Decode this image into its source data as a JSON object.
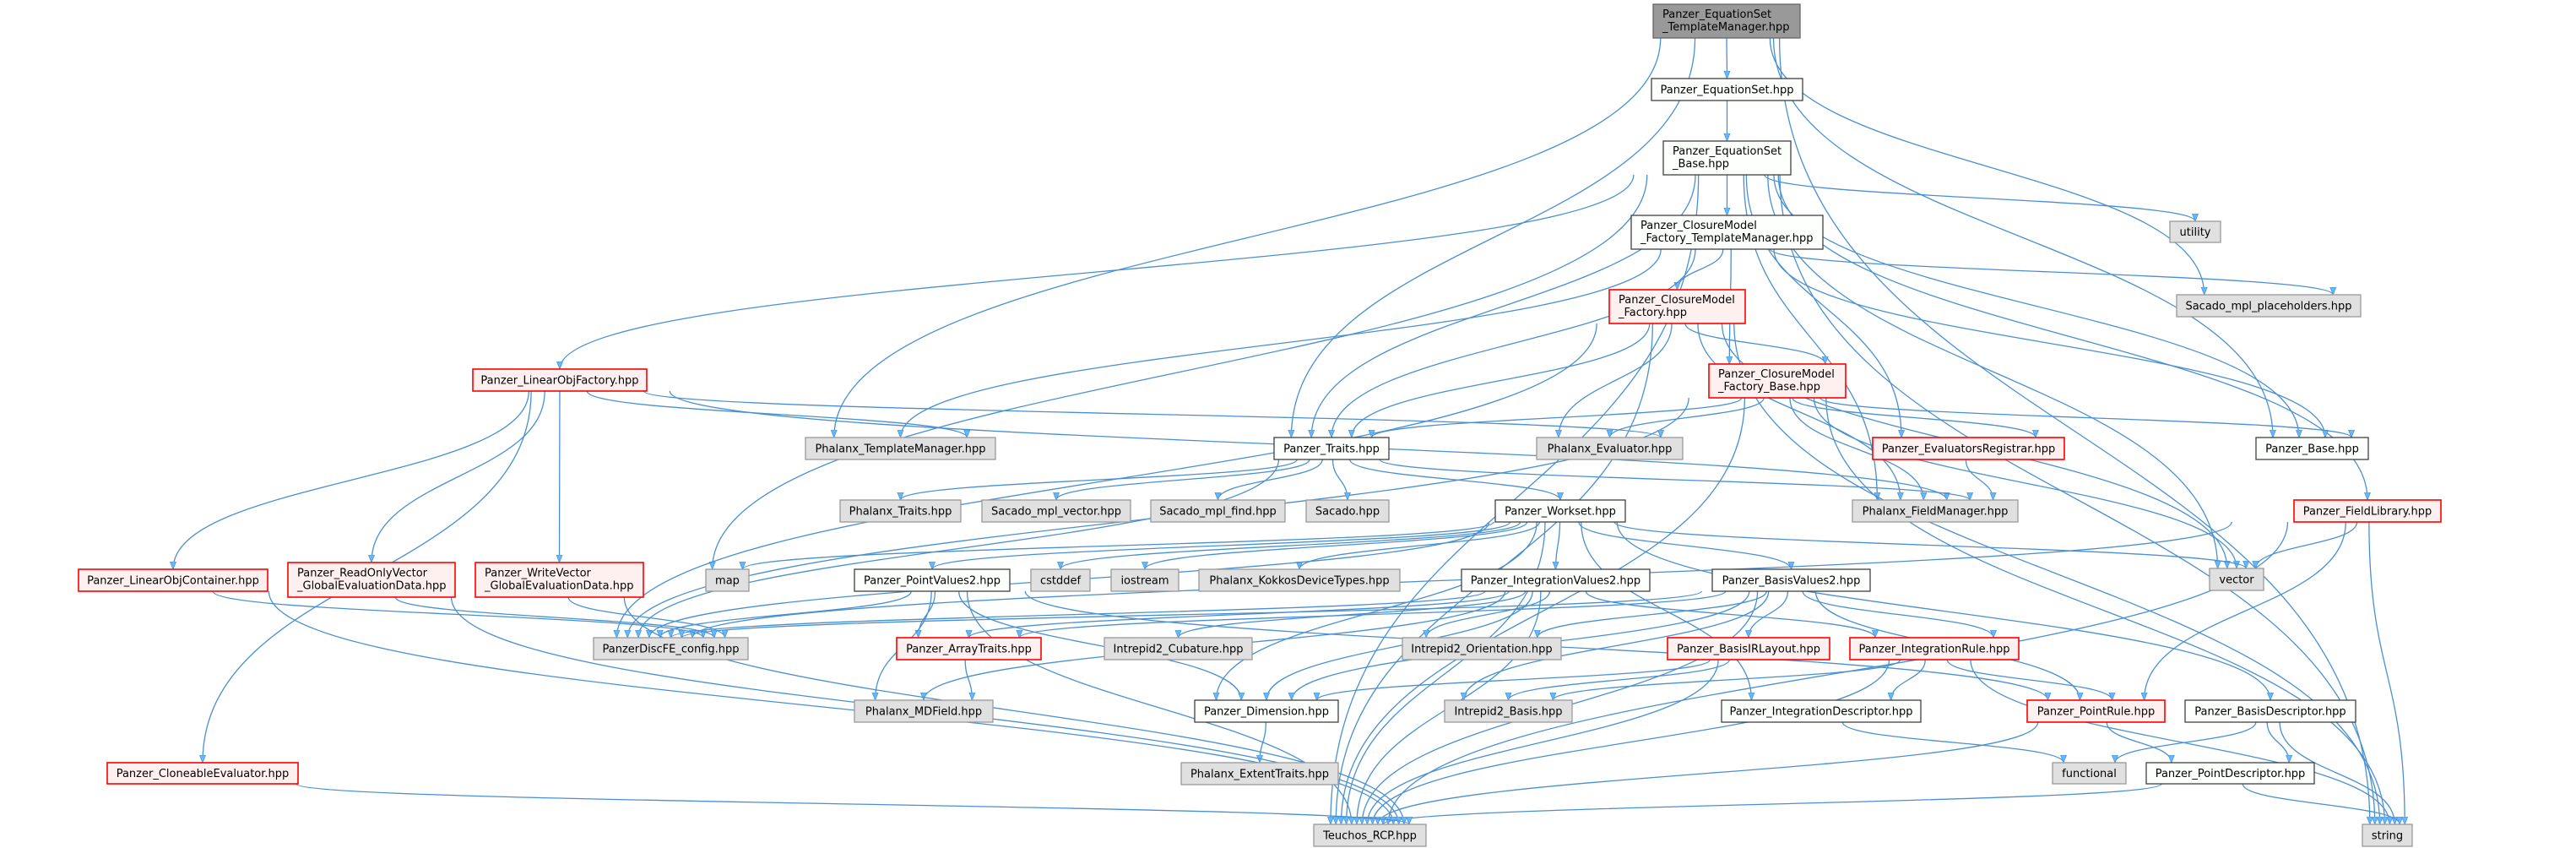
{
  "title": "Panzer_EquationSet_TemplateManager.hpp include dependency graph",
  "colors": {
    "edge": "#4a90d0",
    "arrow": "#63b8ff",
    "root_fill": "#999999",
    "root_border": "#666666",
    "documented_fill": "#fdfffd",
    "documented_border": "#404040",
    "truncated_fill": "#fff0f0",
    "truncated_border": "#ff0000",
    "external_fill": "#e0e0e0",
    "external_border": "#999999"
  },
  "nodes": [
    {
      "id": "root",
      "label": "Panzer_EquationSet\n_TemplateManager.hpp",
      "kind": "root"
    },
    {
      "id": "eqset",
      "label": "Panzer_EquationSet.hpp",
      "kind": "documented"
    },
    {
      "id": "base",
      "label": "Panzer_EquationSet\n_Base.hpp",
      "kind": "documented"
    },
    {
      "id": "ctm",
      "label": "Panzer_ClosureModel\n_Factory_TemplateManager.hpp",
      "kind": "documented"
    },
    {
      "id": "utility",
      "label": "utility",
      "kind": "external"
    },
    {
      "id": "placeholders",
      "label": "Sacado_mpl_placeholders.hpp",
      "kind": "external"
    },
    {
      "id": "factory",
      "label": "Panzer_ClosureModel\n_Factory.hpp",
      "kind": "truncated"
    },
    {
      "id": "fbase",
      "label": "Panzer_ClosureModel\n_Factory_Base.hpp",
      "kind": "truncated"
    },
    {
      "id": "lof",
      "label": "Panzer_LinearObjFactory.hpp",
      "kind": "truncated"
    },
    {
      "id": "phtm",
      "label": "Phalanx_TemplateManager.hpp",
      "kind": "external"
    },
    {
      "id": "traits",
      "label": "Panzer_Traits.hpp",
      "kind": "documented"
    },
    {
      "id": "evaluator",
      "label": "Phalanx_Evaluator.hpp",
      "kind": "external"
    },
    {
      "id": "registrar",
      "label": "Panzer_EvaluatorsRegistrar.hpp",
      "kind": "truncated"
    },
    {
      "id": "pbase",
      "label": "Panzer_Base.hpp",
      "kind": "documented"
    },
    {
      "id": "phtraits",
      "label": "Phalanx_Traits.hpp",
      "kind": "external"
    },
    {
      "id": "mplvec",
      "label": "Sacado_mpl_vector.hpp",
      "kind": "external"
    },
    {
      "id": "mplfind",
      "label": "Sacado_mpl_find.hpp",
      "kind": "external"
    },
    {
      "id": "sacado",
      "label": "Sacado.hpp",
      "kind": "external"
    },
    {
      "id": "workset",
      "label": "Panzer_Workset.hpp",
      "kind": "documented"
    },
    {
      "id": "fieldmgr",
      "label": "Phalanx_FieldManager.hpp",
      "kind": "external"
    },
    {
      "id": "fieldlib",
      "label": "Panzer_FieldLibrary.hpp",
      "kind": "truncated"
    },
    {
      "id": "loc",
      "label": "Panzer_LinearObjContainer.hpp",
      "kind": "truncated"
    },
    {
      "id": "rov",
      "label": "Panzer_ReadOnlyVector\n_GlobalEvaluationData.hpp",
      "kind": "truncated"
    },
    {
      "id": "wv",
      "label": "Panzer_WriteVector\n_GlobalEvaluationData.hpp",
      "kind": "truncated"
    },
    {
      "id": "map",
      "label": "map",
      "kind": "external"
    },
    {
      "id": "pv2",
      "label": "Panzer_PointValues2.hpp",
      "kind": "documented"
    },
    {
      "id": "cstddef",
      "label": "cstddef",
      "kind": "external"
    },
    {
      "id": "iostream",
      "label": "iostream",
      "kind": "external"
    },
    {
      "id": "kokkos",
      "label": "Phalanx_KokkosDeviceTypes.hpp",
      "kind": "external"
    },
    {
      "id": "iv2",
      "label": "Panzer_IntegrationValues2.hpp",
      "kind": "documented"
    },
    {
      "id": "bv2",
      "label": "Panzer_BasisValues2.hpp",
      "kind": "documented"
    },
    {
      "id": "vector",
      "label": "vector",
      "kind": "external"
    },
    {
      "id": "config",
      "label": "PanzerDiscFE_config.hpp",
      "kind": "external"
    },
    {
      "id": "arraytraits",
      "label": "Panzer_ArrayTraits.hpp",
      "kind": "truncated"
    },
    {
      "id": "cubature",
      "label": "Intrepid2_Cubature.hpp",
      "kind": "external"
    },
    {
      "id": "orientation",
      "label": "Intrepid2_Orientation.hpp",
      "kind": "external"
    },
    {
      "id": "bir",
      "label": "Panzer_BasisIRLayout.hpp",
      "kind": "truncated"
    },
    {
      "id": "irule",
      "label": "Panzer_IntegrationRule.hpp",
      "kind": "truncated"
    },
    {
      "id": "mdfield",
      "label": "Phalanx_MDField.hpp",
      "kind": "external"
    },
    {
      "id": "dimension",
      "label": "Panzer_Dimension.hpp",
      "kind": "documented"
    },
    {
      "id": "basis",
      "label": "Intrepid2_Basis.hpp",
      "kind": "external"
    },
    {
      "id": "idesc",
      "label": "Panzer_IntegrationDescriptor.hpp",
      "kind": "documented"
    },
    {
      "id": "pointrule",
      "label": "Panzer_PointRule.hpp",
      "kind": "truncated"
    },
    {
      "id": "bdesc",
      "label": "Panzer_BasisDescriptor.hpp",
      "kind": "documented"
    },
    {
      "id": "clone",
      "label": "Panzer_CloneableEvaluator.hpp",
      "kind": "truncated"
    },
    {
      "id": "extent",
      "label": "Phalanx_ExtentTraits.hpp",
      "kind": "external"
    },
    {
      "id": "functional",
      "label": "functional",
      "kind": "external"
    },
    {
      "id": "pdesc",
      "label": "Panzer_PointDescriptor.hpp",
      "kind": "documented"
    },
    {
      "id": "teuchos",
      "label": "Teuchos_RCP.hpp",
      "kind": "external"
    },
    {
      "id": "string",
      "label": "string",
      "kind": "external"
    }
  ],
  "edges": [
    [
      "root",
      "eqset"
    ],
    [
      "root",
      "phtm"
    ],
    [
      "root",
      "traits"
    ],
    [
      "root",
      "placeholders"
    ],
    [
      "root",
      "pbase"
    ],
    [
      "root",
      "string"
    ],
    [
      "eqset",
      "base"
    ],
    [
      "base",
      "ctm"
    ],
    [
      "base",
      "lof"
    ],
    [
      "base",
      "teuchos"
    ],
    [
      "base",
      "traits"
    ],
    [
      "base",
      "map"
    ],
    [
      "base",
      "utility"
    ],
    [
      "base",
      "vector"
    ],
    [
      "base",
      "string"
    ],
    [
      "base",
      "registrar"
    ],
    [
      "base",
      "fieldlib"
    ],
    [
      "base",
      "fieldmgr"
    ],
    [
      "base",
      "pbase"
    ],
    [
      "ctm",
      "factory"
    ],
    [
      "ctm",
      "fbase"
    ],
    [
      "ctm",
      "phtm"
    ],
    [
      "ctm",
      "traits"
    ],
    [
      "ctm",
      "placeholders"
    ],
    [
      "ctm",
      "pbase"
    ],
    [
      "factory",
      "fbase"
    ],
    [
      "factory",
      "traits"
    ],
    [
      "factory",
      "evaluator"
    ],
    [
      "factory",
      "fieldmgr"
    ],
    [
      "factory",
      "teuchos"
    ],
    [
      "factory",
      "vector"
    ],
    [
      "factory",
      "string"
    ],
    [
      "factory",
      "config"
    ],
    [
      "fbase",
      "traits"
    ],
    [
      "fbase",
      "evaluator"
    ],
    [
      "fbase",
      "registrar"
    ],
    [
      "fbase",
      "pbase"
    ],
    [
      "fbase",
      "fieldmgr"
    ],
    [
      "fbase",
      "vector"
    ],
    [
      "fbase",
      "string"
    ],
    [
      "fbase",
      "teuchos"
    ],
    [
      "fbase",
      "config"
    ],
    [
      "lof",
      "phtm"
    ],
    [
      "lof",
      "evaluator"
    ],
    [
      "lof",
      "loc"
    ],
    [
      "lof",
      "rov"
    ],
    [
      "lof",
      "wv"
    ],
    [
      "lof",
      "clone"
    ],
    [
      "lof",
      "fieldmgr"
    ],
    [
      "traits",
      "phtraits"
    ],
    [
      "traits",
      "mplvec"
    ],
    [
      "traits",
      "mplfind"
    ],
    [
      "traits",
      "sacado"
    ],
    [
      "traits",
      "workset"
    ],
    [
      "traits",
      "fieldmgr"
    ],
    [
      "traits",
      "config"
    ],
    [
      "workset",
      "pv2"
    ],
    [
      "workset",
      "iv2"
    ],
    [
      "workset",
      "bv2"
    ],
    [
      "workset",
      "map"
    ],
    [
      "workset",
      "cstddef"
    ],
    [
      "workset",
      "iostream"
    ],
    [
      "workset",
      "kokkos"
    ],
    [
      "workset",
      "vector"
    ],
    [
      "workset",
      "config"
    ],
    [
      "workset",
      "teuchos"
    ],
    [
      "workset",
      "bdesc"
    ],
    [
      "workset",
      "idesc"
    ],
    [
      "workset",
      "dimension"
    ],
    [
      "pv2",
      "arraytraits"
    ],
    [
      "pv2",
      "mdfield"
    ],
    [
      "pv2",
      "dimension"
    ],
    [
      "pv2",
      "pointrule"
    ],
    [
      "pv2",
      "config"
    ],
    [
      "pv2",
      "teuchos"
    ],
    [
      "iv2",
      "arraytraits"
    ],
    [
      "iv2",
      "cubature"
    ],
    [
      "iv2",
      "orientation"
    ],
    [
      "iv2",
      "irule"
    ],
    [
      "iv2",
      "dimension"
    ],
    [
      "iv2",
      "config"
    ],
    [
      "iv2",
      "teuchos"
    ],
    [
      "iv2",
      "mdfield"
    ],
    [
      "bv2",
      "bir"
    ],
    [
      "bv2",
      "basis"
    ],
    [
      "bv2",
      "orientation"
    ],
    [
      "bv2",
      "arraytraits"
    ],
    [
      "bv2",
      "config"
    ],
    [
      "bv2",
      "dimension"
    ],
    [
      "bv2",
      "teuchos"
    ],
    [
      "bv2",
      "irule"
    ],
    [
      "bv2",
      "pointrule"
    ],
    [
      "arraytraits",
      "mdfield"
    ],
    [
      "bir",
      "basis"
    ],
    [
      "bir",
      "dimension"
    ],
    [
      "bir",
      "teuchos"
    ],
    [
      "irule",
      "idesc"
    ],
    [
      "irule",
      "pointrule"
    ],
    [
      "irule",
      "basis"
    ],
    [
      "irule",
      "teuchos"
    ],
    [
      "irule",
      "string"
    ],
    [
      "idesc",
      "functional"
    ],
    [
      "pointrule",
      "pdesc"
    ],
    [
      "pointrule",
      "teuchos"
    ],
    [
      "bdesc",
      "pdesc"
    ],
    [
      "bdesc",
      "functional"
    ],
    [
      "bdesc",
      "string"
    ],
    [
      "pdesc",
      "string"
    ],
    [
      "pdesc",
      "teuchos"
    ],
    [
      "dimension",
      "extent"
    ],
    [
      "fieldlib",
      "vector"
    ],
    [
      "fieldlib",
      "string"
    ],
    [
      "fieldlib",
      "teuchos"
    ],
    [
      "fieldlib",
      "pointrule"
    ],
    [
      "fieldlib",
      "config"
    ],
    [
      "loc",
      "config"
    ],
    [
      "loc",
      "teuchos"
    ],
    [
      "rov",
      "config"
    ],
    [
      "rov",
      "teuchos"
    ],
    [
      "wv",
      "config"
    ],
    [
      "wv",
      "teuchos"
    ],
    [
      "clone",
      "teuchos"
    ],
    [
      "registrar",
      "fieldmgr"
    ]
  ]
}
